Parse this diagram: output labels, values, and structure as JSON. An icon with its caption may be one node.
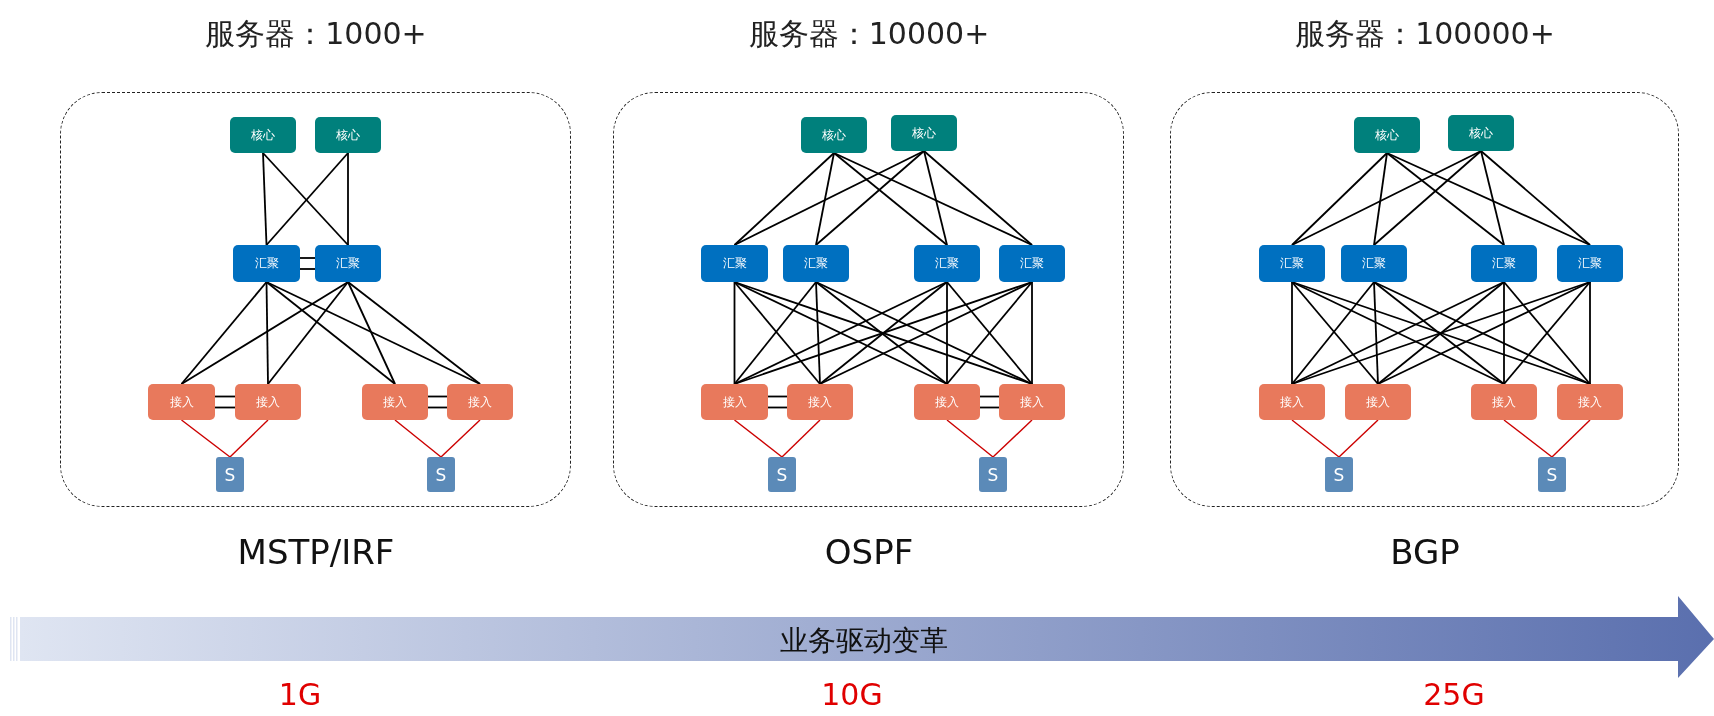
{
  "diagram": {
    "nodes": [
      {
        "text": [
          "服务器：1000+",
          "MSTP/IRF"
        ]
      },
      {
        "text": [
          "核心"
        ],
        "in": 0
      },
      {
        "text": [
          "核心"
        ],
        "in": 0
      },
      {
        "text": [
          "汇聚"
        ],
        "in": 0
      },
      {
        "text": [
          "汇聚"
        ],
        "in": 0
      },
      {
        "text": [
          "接入"
        ],
        "in": 0
      },
      {
        "text": [
          "接入"
        ],
        "in": 0
      },
      {
        "text": [
          "接入"
        ],
        "in": 0
      },
      {
        "text": [
          "接入"
        ],
        "in": 0
      },
      {
        "text": [
          "S"
        ],
        "in": 0
      },
      {
        "text": [
          "S"
        ],
        "in": 0
      },
      {
        "text": [
          "服务器：10000+",
          "OSPF"
        ]
      },
      {
        "text": [
          "核心"
        ],
        "in": 11
      },
      {
        "text": [
          "核心"
        ],
        "in": 11
      },
      {
        "text": [
          "汇聚"
        ],
        "in": 11
      },
      {
        "text": [
          "汇聚"
        ],
        "in": 11
      },
      {
        "text": [
          "汇聚"
        ],
        "in": 11
      },
      {
        "text": [
          "汇聚"
        ],
        "in": 11
      },
      {
        "text": [
          "接入"
        ],
        "in": 11
      },
      {
        "text": [
          "接入"
        ],
        "in": 11
      },
      {
        "text": [
          "接入"
        ],
        "in": 11
      },
      {
        "text": [
          "接入"
        ],
        "in": 11
      },
      {
        "text": [
          "S"
        ],
        "in": 11
      },
      {
        "text": [
          "S"
        ],
        "in": 11
      },
      {
        "text": [
          "服务器：100000+",
          "BGP"
        ]
      },
      {
        "text": [
          "核心"
        ],
        "in": 24
      },
      {
        "text": [
          "核心"
        ],
        "in": 24
      },
      {
        "text": [
          "汇聚"
        ],
        "in": 24
      },
      {
        "text": [
          "汇聚"
        ],
        "in": 24
      },
      {
        "text": [
          "汇聚"
        ],
        "in": 24
      },
      {
        "text": [
          "汇聚"
        ],
        "in": 24
      },
      {
        "text": [
          "接入"
        ],
        "in": 24
      },
      {
        "text": [
          "接入"
        ],
        "in": 24
      },
      {
        "text": [
          "接入"
        ],
        "in": 24
      },
      {
        "text": [
          "接入"
        ],
        "in": 24
      },
      {
        "text": [
          "S"
        ],
        "in": 24
      },
      {
        "text": [
          "S"
        ],
        "in": 24
      },
      {
        "text": [
          "业务驱动变革"
        ]
      }
    ],
    "edges": [
      {
        "from": 1,
        "to": 3,
        "arrow": "none"
      },
      {
        "from": 1,
        "to": 4,
        "arrow": "none"
      },
      {
        "from": 2,
        "to": 3,
        "arrow": "none"
      },
      {
        "from": 2,
        "to": 4,
        "arrow": "none"
      },
      {
        "from": 3,
        "to": 4,
        "arrow": "none"
      },
      {
        "from": 3,
        "to": 4,
        "arrow": "none"
      },
      {
        "from": 3,
        "to": 5,
        "arrow": "none"
      },
      {
        "from": 3,
        "to": 6,
        "arrow": "none"
      },
      {
        "from": 3,
        "to": 7,
        "arrow": "none"
      },
      {
        "from": 3,
        "to": 8,
        "arrow": "none"
      },
      {
        "from": 4,
        "to": 5,
        "arrow": "none"
      },
      {
        "from": 4,
        "to": 6,
        "arrow": "none"
      },
      {
        "from": 4,
        "to": 7,
        "arrow": "none"
      },
      {
        "from": 4,
        "to": 8,
        "arrow": "none"
      },
      {
        "from": 5,
        "to": 6,
        "arrow": "none"
      },
      {
        "from": 5,
        "to": 6,
        "arrow": "none"
      },
      {
        "from": 7,
        "to": 8,
        "arrow": "none"
      },
      {
        "from": 7,
        "to": 8,
        "arrow": "none"
      },
      {
        "from": 5,
        "to": 9,
        "arrow": "none",
        "color": "#cc0000"
      },
      {
        "from": 6,
        "to": 9,
        "arrow": "none",
        "color": "#cc0000"
      },
      {
        "from": 7,
        "to": 10,
        "arrow": "none",
        "color": "#cc0000"
      },
      {
        "from": 8,
        "to": 10,
        "arrow": "none",
        "color": "#cc0000"
      },
      {
        "from": 12,
        "to": 14,
        "arrow": "none"
      },
      {
        "from": 12,
        "to": 15,
        "arrow": "none"
      },
      {
        "from": 12,
        "to": 16,
        "arrow": "none"
      },
      {
        "from": 12,
        "to": 17,
        "arrow": "none"
      },
      {
        "from": 13,
        "to": 14,
        "arrow": "none"
      },
      {
        "from": 13,
        "to": 15,
        "arrow": "none"
      },
      {
        "from": 13,
        "to": 16,
        "arrow": "none"
      },
      {
        "from": 13,
        "to": 17,
        "arrow": "none"
      },
      {
        "from": 14,
        "to": 18,
        "arrow": "none"
      },
      {
        "from": 14,
        "to": 19,
        "arrow": "none"
      },
      {
        "from": 14,
        "to": 20,
        "arrow": "none"
      },
      {
        "from": 14,
        "to": 21,
        "arrow": "none"
      },
      {
        "from": 15,
        "to": 18,
        "arrow": "none"
      },
      {
        "from": 15,
        "to": 19,
        "arrow": "none"
      },
      {
        "from": 15,
        "to": 20,
        "arrow": "none"
      },
      {
        "from": 15,
        "to": 21,
        "arrow": "none"
      },
      {
        "from": 16,
        "to": 18,
        "arrow": "none"
      },
      {
        "from": 16,
        "to": 19,
        "arrow": "none"
      },
      {
        "from": 16,
        "to": 20,
        "arrow": "none"
      },
      {
        "from": 16,
        "to": 21,
        "arrow": "none"
      },
      {
        "from": 17,
        "to": 18,
        "arrow": "none"
      },
      {
        "from": 17,
        "to": 19,
        "arrow": "none"
      },
      {
        "from": 17,
        "to": 20,
        "arrow": "none"
      },
      {
        "from": 17,
        "to": 21,
        "arrow": "none"
      },
      {
        "from": 18,
        "to": 19,
        "arrow": "none"
      },
      {
        "from": 18,
        "to": 19,
        "arrow": "none"
      },
      {
        "from": 20,
        "to": 21,
        "arrow": "none"
      },
      {
        "from": 20,
        "to": 21,
        "arrow": "none"
      },
      {
        "from": 18,
        "to": 22,
        "arrow": "none",
        "color": "#cc0000"
      },
      {
        "from": 19,
        "to": 22,
        "arrow": "none",
        "color": "#cc0000"
      },
      {
        "from": 20,
        "to": 23,
        "arrow": "none",
        "color": "#cc0000"
      },
      {
        "from": 21,
        "to": 23,
        "arrow": "none",
        "color": "#cc0000"
      },
      {
        "from": 25,
        "to": 27,
        "arrow": "none"
      },
      {
        "from": 25,
        "to": 28,
        "arrow": "none"
      },
      {
        "from": 25,
        "to": 29,
        "arrow": "none"
      },
      {
        "from": 25,
        "to": 30,
        "arrow": "none"
      },
      {
        "from": 26,
        "to": 27,
        "arrow": "none"
      },
      {
        "from": 26,
        "to": 28,
        "arrow": "none"
      },
      {
        "from": 26,
        "to": 29,
        "arrow": "none"
      },
      {
        "from": 26,
        "to": 30,
        "arrow": "none"
      },
      {
        "from": 27,
        "to": 31,
        "arrow": "none"
      },
      {
        "from": 27,
        "to": 32,
        "arrow": "none"
      },
      {
        "from": 27,
        "to": 33,
        "arrow": "none"
      },
      {
        "from": 27,
        "to": 34,
        "arrow": "none"
      },
      {
        "from": 28,
        "to": 31,
        "arrow": "none"
      },
      {
        "from": 28,
        "to": 32,
        "arrow": "none"
      },
      {
        "from": 28,
        "to": 33,
        "arrow": "none"
      },
      {
        "from": 28,
        "to": 34,
        "arrow": "none"
      },
      {
        "from": 29,
        "to": 31,
        "arrow": "none"
      },
      {
        "from": 29,
        "to": 32,
        "arrow": "none"
      },
      {
        "from": 29,
        "to": 33,
        "arrow": "none"
      },
      {
        "from": 29,
        "to": 34,
        "arrow": "none"
      },
      {
        "from": 30,
        "to": 31,
        "arrow": "none"
      },
      {
        "from": 30,
        "to": 32,
        "arrow": "none"
      },
      {
        "from": 30,
        "to": 33,
        "arrow": "none"
      },
      {
        "from": 30,
        "to": 34,
        "arrow": "none"
      },
      {
        "from": 31,
        "to": 35,
        "arrow": "none",
        "color": "#cc0000"
      },
      {
        "from": 32,
        "to": 35,
        "arrow": "none",
        "color": "#cc0000"
      },
      {
        "from": 33,
        "to": 36,
        "arrow": "none",
        "color": "#cc0000"
      },
      {
        "from": 34,
        "to": 36,
        "arrow": "none",
        "color": "#cc0000"
      }
    ],
    "labels": [
      "1G",
      "10G",
      "25G"
    ]
  }
}
